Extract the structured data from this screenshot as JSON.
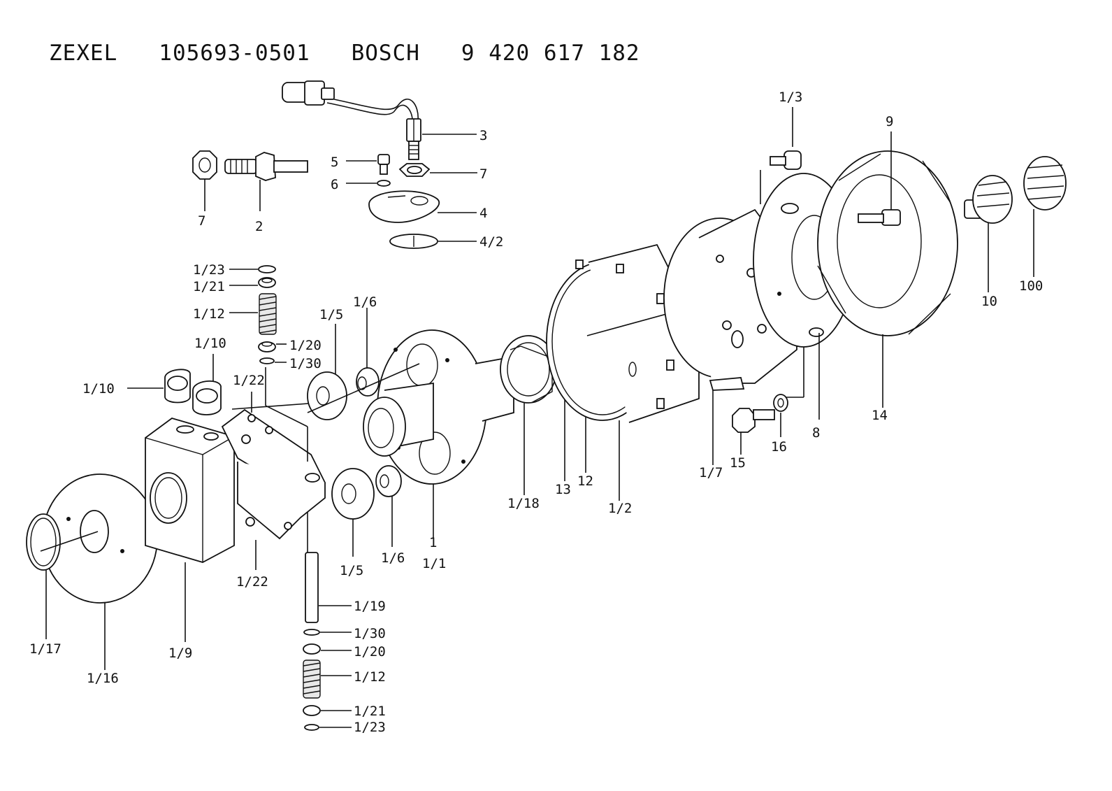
{
  "title": "ZEXEL   105693-0501   BOSCH   9 420 617 182",
  "callouts": {
    "c3": "3",
    "c5": "5",
    "c6": "6",
    "c7a": "7",
    "c4": "4",
    "c4_2": "4/2",
    "c7b": "7",
    "c2": "2",
    "c1_23a": "1/23",
    "c1_21a": "1/21",
    "c1_12a": "1/12",
    "c1_20a": "1/20",
    "c1_30a": "1/30",
    "c1_10a": "1/10",
    "c1_10b": "1/10",
    "c1_22a": "1/22",
    "c1_5a": "1/5",
    "c1_6a": "1/6",
    "c1_5b": "1/5",
    "c1_6b": "1/6",
    "c1": "1",
    "c1_1": "1/1",
    "c1_18": "1/18",
    "c13": "13",
    "c12": "12",
    "c1_2": "1/2",
    "c1_7": "1/7",
    "c15": "15",
    "c16": "16",
    "c8": "8",
    "c14": "14",
    "c1_3": "1/3",
    "c9": "9",
    "c10": "10",
    "c100": "100",
    "c1_22b": "1/22",
    "c1_17": "1/17",
    "c1_16": "1/16",
    "c1_9": "1/9",
    "c1_19": "1/19",
    "c1_30b": "1/30",
    "c1_20b": "1/20",
    "c1_12b": "1/12",
    "c1_21b": "1/21",
    "c1_23b": "1/23"
  }
}
